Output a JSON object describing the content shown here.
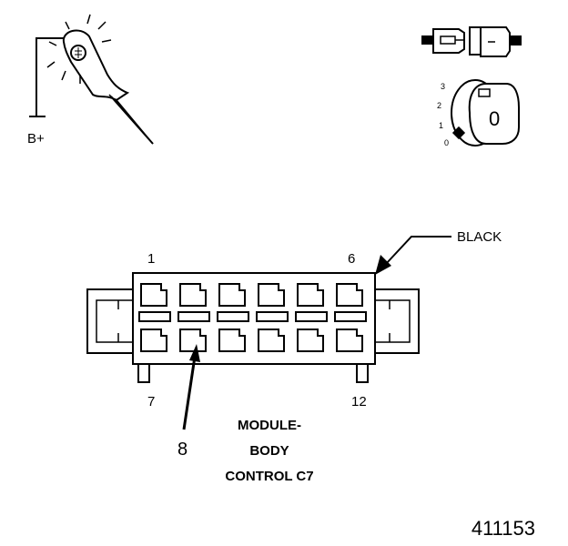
{
  "probe": {
    "label": "B+"
  },
  "ignition": {
    "positions": [
      "3",
      "2",
      "1",
      "0"
    ],
    "key_label": "0"
  },
  "connector": {
    "color_label": "BLACK",
    "pin_labels": {
      "top_left": "1",
      "top_right": "6",
      "bottom_left": "7",
      "bottom_right": "12"
    },
    "callout_pin": "8",
    "title_lines": [
      "MODULE-",
      "BODY",
      "CONTROL C7"
    ]
  },
  "figure_number": "411153"
}
